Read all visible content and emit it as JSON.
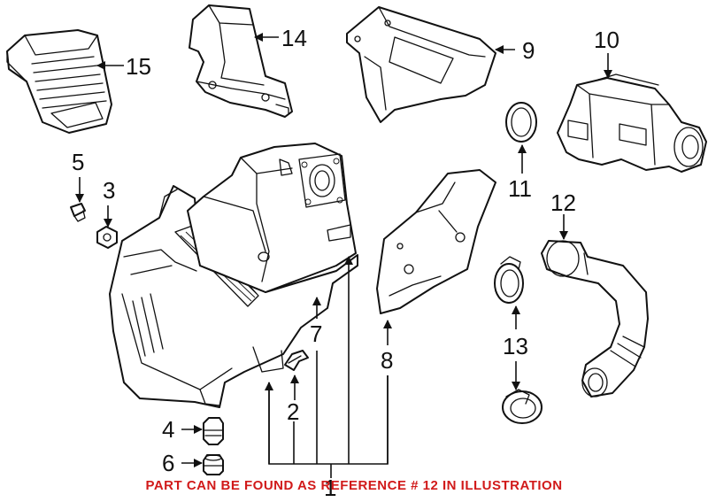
{
  "diagram": {
    "callouts": [
      "1",
      "2",
      "3",
      "4",
      "5",
      "6",
      "7",
      "8",
      "9",
      "10",
      "11",
      "12",
      "13",
      "14",
      "15"
    ],
    "note": "PART CAN BE FOUND AS REFERENCE # 12 IN ILLUSTRATION",
    "note_color": "#d11a1a",
    "line_color": "#111111"
  }
}
